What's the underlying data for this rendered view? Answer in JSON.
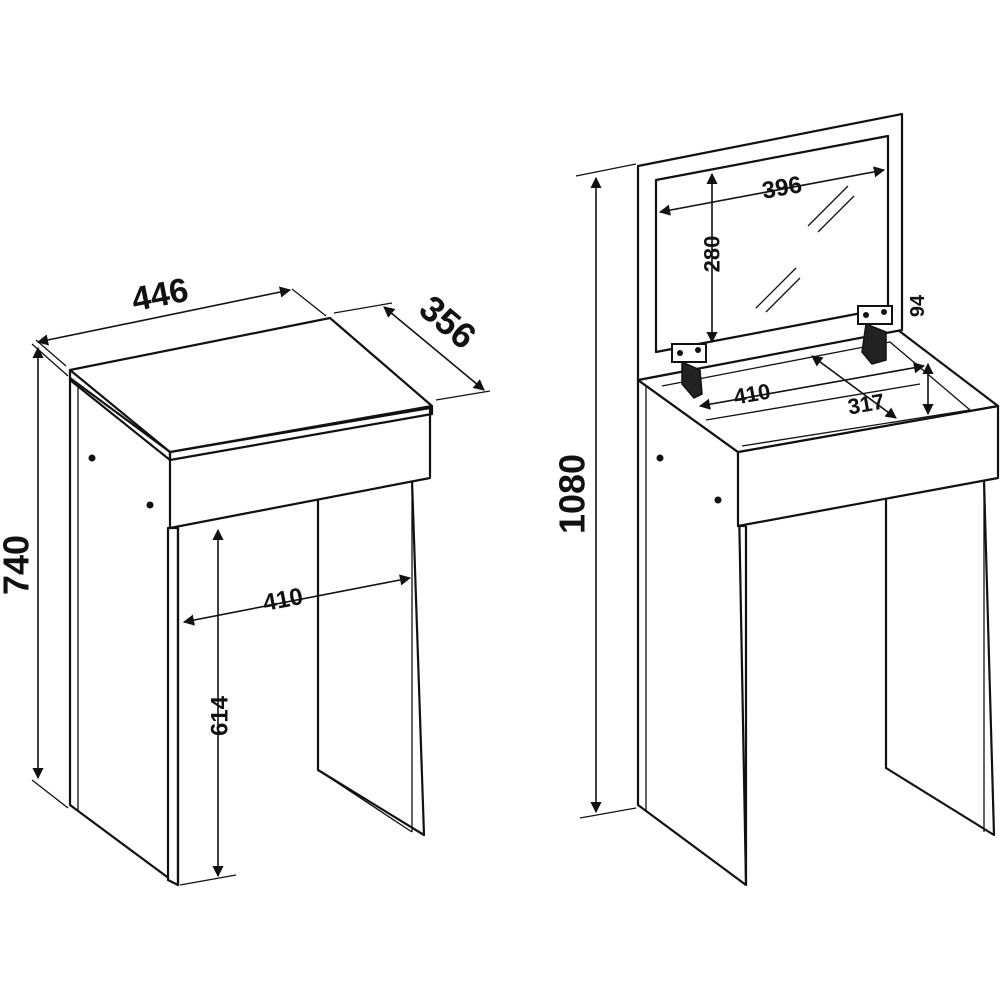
{
  "left_view": {
    "dimensions": {
      "width": "446",
      "depth": "356",
      "height": "740",
      "inner_width": "410",
      "inner_height": "614"
    }
  },
  "right_view": {
    "dimensions": {
      "total_height": "1080",
      "mirror_width": "396",
      "mirror_height": "280",
      "hinge_offset": "94",
      "compartment_width": "410",
      "compartment_depth": "317"
    }
  }
}
